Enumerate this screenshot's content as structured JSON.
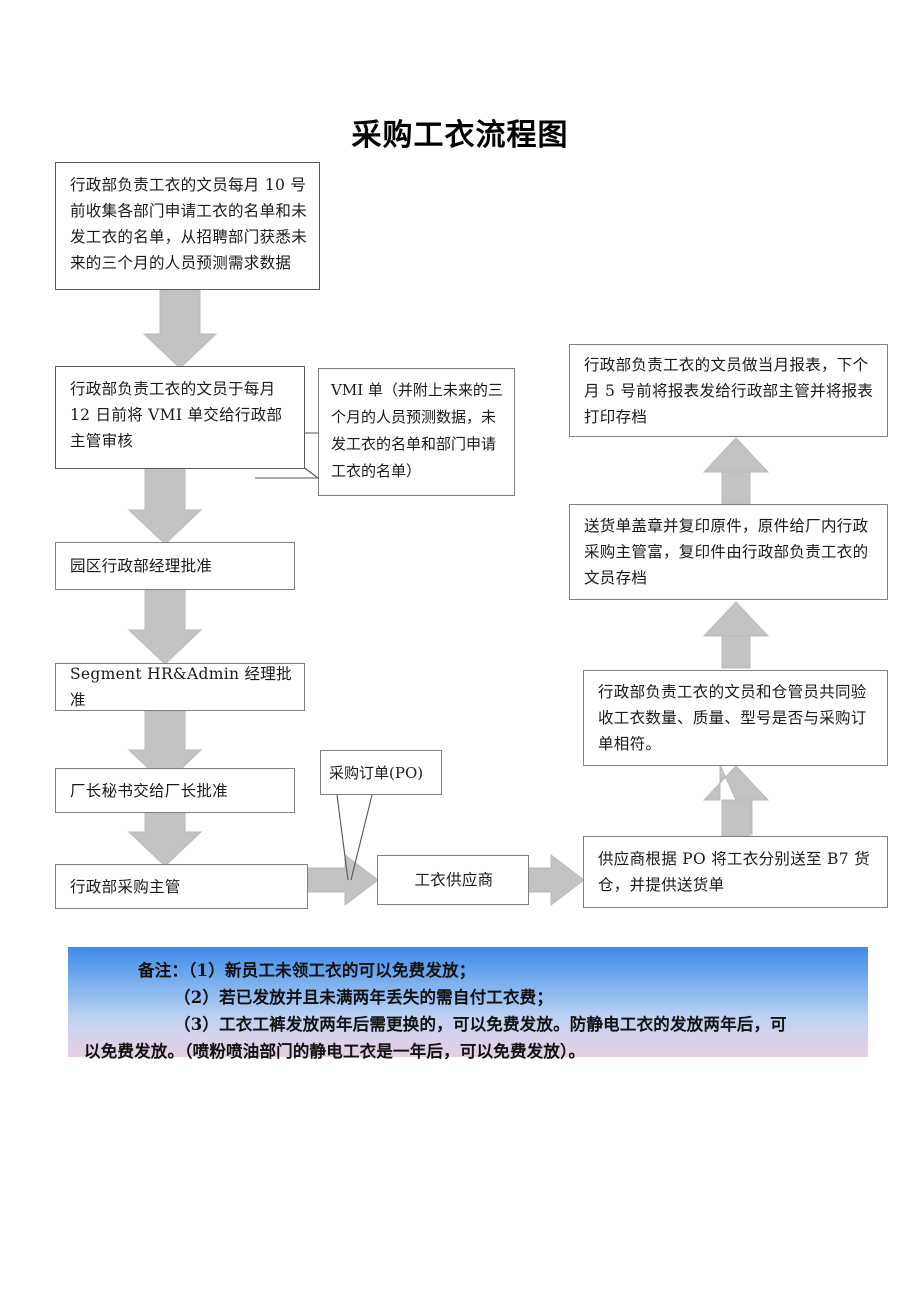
{
  "document": {
    "title": "采购工衣流程图"
  },
  "flow": {
    "left_column": [
      {
        "id": "collect-request",
        "text": "行政部负责工衣的文员每月 10 号前收集各部门申请工衣的名单和未发工衣的名单，从招聘部门获悉未来的三个月的人员预测需求数据"
      },
      {
        "id": "submit-vmi",
        "text": "行政部负责工衣的文员于每月 12 日前将 VMI 单交给行政部主管审核"
      },
      {
        "id": "park-admin-manager-approve",
        "text": "园区行政部经理批准"
      },
      {
        "id": "segment-hr-admin-approve",
        "text": "Segment HR&Admin 经理批准"
      },
      {
        "id": "plant-manager-approve",
        "text": "厂长秘书交给厂长批准"
      },
      {
        "id": "admin-purchasing-supervisor",
        "text": "行政部采购主管"
      }
    ],
    "supplier": {
      "id": "uniform-supplier",
      "text": "工衣供应商"
    },
    "right_column": [
      {
        "id": "supplier-deliver",
        "text": "供应商根据 PO 将工衣分别送至 B7 货仓，并提供送货单"
      },
      {
        "id": "joint-inspection",
        "text": "行政部负责工衣的文员和仓管员共同验收工衣数量、质量、型号是否与采购订单相符。"
      },
      {
        "id": "stamp-and-copy",
        "text": "送货单盖章并复印原件，原件给厂内行政采购主管富，复印件由行政部负责工衣的文员存档"
      },
      {
        "id": "monthly-report",
        "text": "行政部负责工衣的文员做当月报表，下个月 5 号前将报表发给行政部主管并将报表打印存档"
      }
    ],
    "callouts": [
      {
        "id": "vmi-form-callout",
        "text": "VMI 单（并附上未来的三个月的人员预测数据，未发工衣的名单和部门申请工衣的名单）"
      },
      {
        "id": "purchase-order-callout",
        "text": "采购订单(PO)"
      }
    ]
  },
  "note": {
    "label": "备注：",
    "lines": [
      "（1）新员工未领工衣的可以免费发放；",
      "（2）若已发放并且未满两年丢失的需自付工衣费；",
      "（3）工衣工裤发放两年后需更换的，可以免费发放。防静电工衣的发放两年后，可",
      "以免费发放。（喷粉喷油部门的静电工衣是一年后，可以免费发放）。"
    ]
  },
  "colors": {
    "arrow_fill": "#c3c3c3",
    "box_border": "#808080",
    "note_gradient_top": "#3f8ae8",
    "note_gradient_bottom": "#e5cfe2"
  }
}
